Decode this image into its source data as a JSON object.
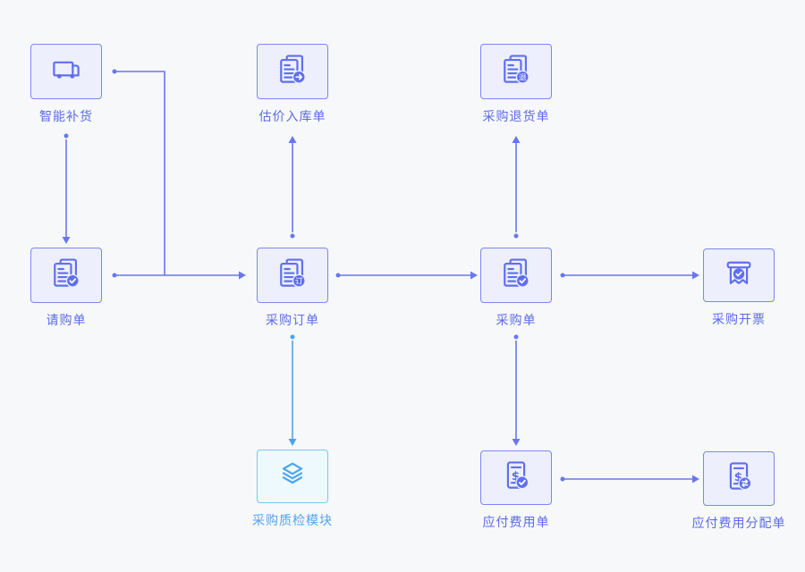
{
  "diagram": {
    "colors": {
      "background": "#f7f8fa",
      "primary": "#5f6fef",
      "node_border": "#7b87f1",
      "node_fill": "#edeffc",
      "label": "#5b6be8",
      "branch_blue": "#4aa4f0",
      "blue_node_border": "#7ec3f5",
      "blue_node_fill": "#eef9fe",
      "blue_label": "#54a4ef"
    },
    "nodes": [
      {
        "id": "smart-replenishment",
        "label": "智能补货",
        "icon": "truck-icon"
      },
      {
        "id": "estimated-inbound-order",
        "label": "估价入库单",
        "icon": "document-arrow-icon"
      },
      {
        "id": "purchase-return-order",
        "label": "采购退货单",
        "icon": "document-badge-icon",
        "badge": "退"
      },
      {
        "id": "purchase-requisition",
        "label": "请购单",
        "icon": "document-check-icon"
      },
      {
        "id": "purchase-order",
        "label": "采购订单",
        "icon": "document-badge-icon",
        "badge": "订"
      },
      {
        "id": "purchase-receipt",
        "label": "采购单",
        "icon": "document-check-icon"
      },
      {
        "id": "purchase-invoicing",
        "label": "采购开票",
        "icon": "voucher-check-icon"
      },
      {
        "id": "purchase-quality-inspection-module",
        "label": "采购质检模块",
        "icon": "layers-icon"
      },
      {
        "id": "payable-expense-order",
        "label": "应付费用单",
        "icon": "bill-check-icon",
        "symbol": "$"
      },
      {
        "id": "payable-expense-allocation-order",
        "label": "应付费用分配单",
        "icon": "bill-swap-icon",
        "symbol": "$"
      }
    ],
    "edges": [
      {
        "from": "smart-replenishment",
        "to": "purchase-order"
      },
      {
        "from": "smart-replenishment",
        "to": "purchase-requisition"
      },
      {
        "from": "purchase-requisition",
        "to": "purchase-order"
      },
      {
        "from": "purchase-order",
        "to": "estimated-inbound-order"
      },
      {
        "from": "purchase-order",
        "to": "purchase-receipt"
      },
      {
        "from": "purchase-order",
        "to": "purchase-quality-inspection-module",
        "color": "blue"
      },
      {
        "from": "purchase-receipt",
        "to": "purchase-return-order"
      },
      {
        "from": "purchase-receipt",
        "to": "purchase-invoicing"
      },
      {
        "from": "purchase-receipt",
        "to": "payable-expense-order"
      },
      {
        "from": "payable-expense-order",
        "to": "payable-expense-allocation-order"
      }
    ]
  }
}
